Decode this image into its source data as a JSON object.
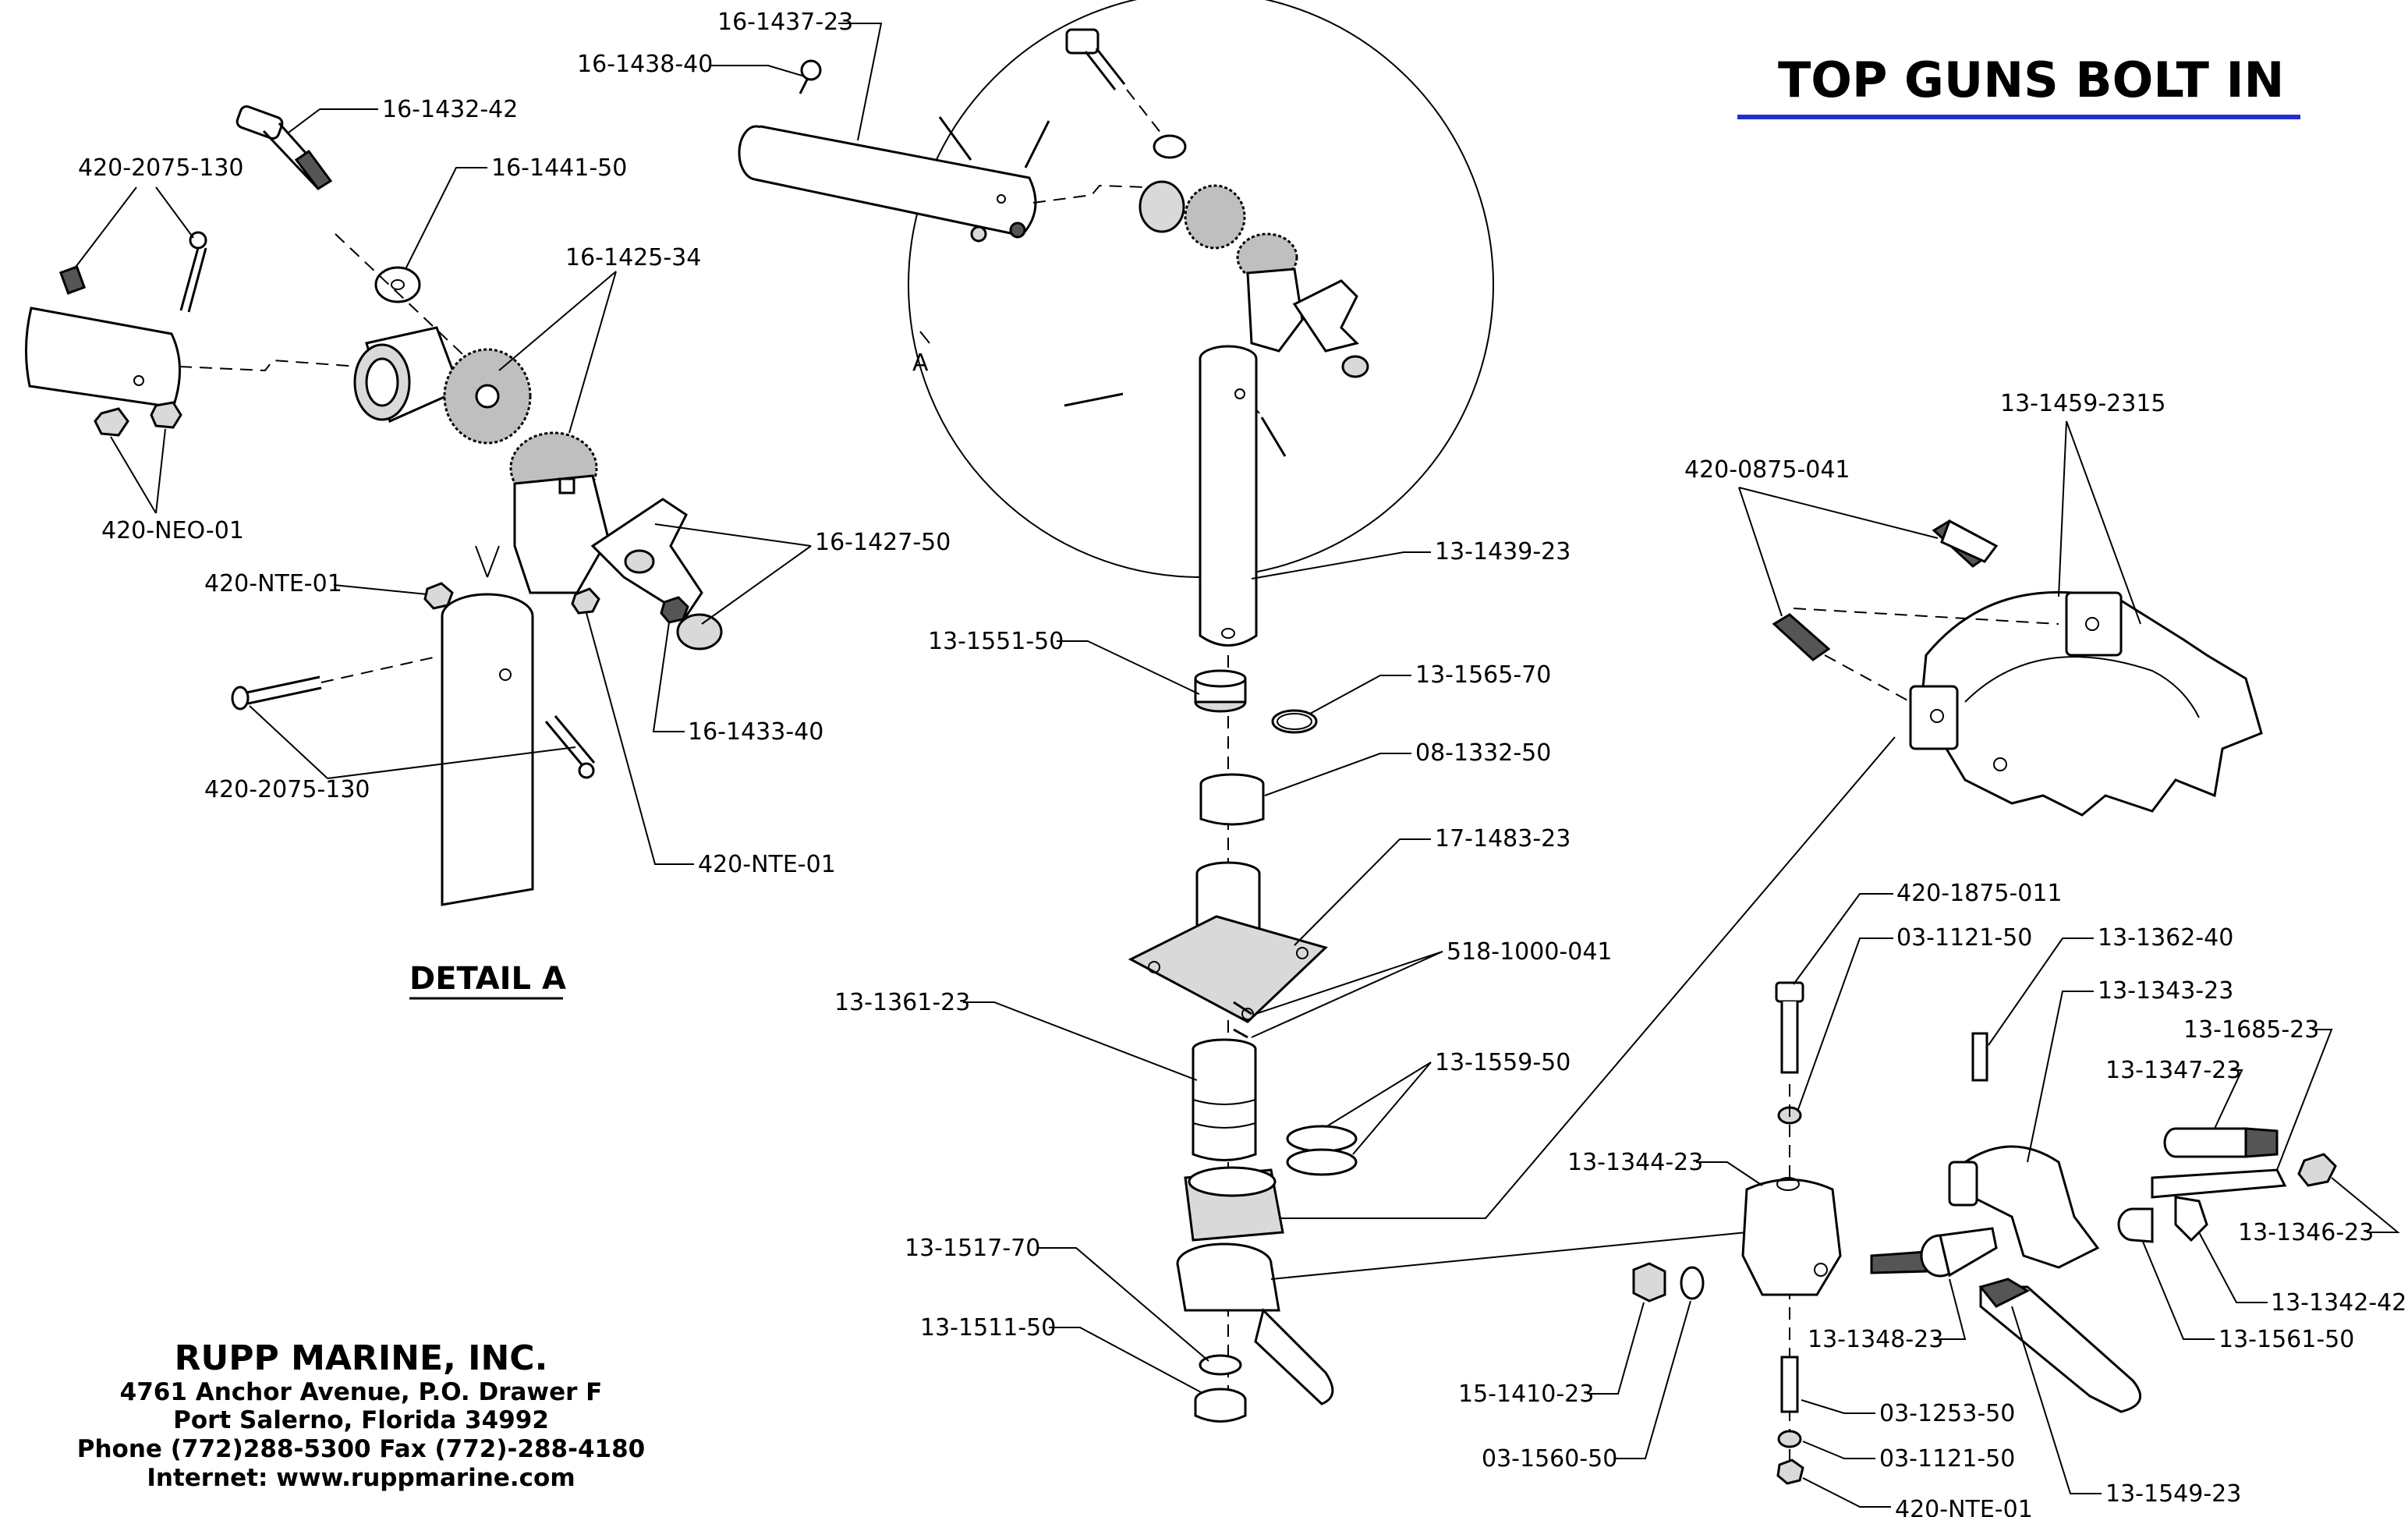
{
  "title": "TOP GUNS BOLT IN",
  "title_underline_color": "#1f2fd1",
  "detail_label": "DETAIL A",
  "view_marker": "A",
  "company": {
    "name": "RUPP MARINE, INC.",
    "address_line1": "4761 Anchor Avenue, P.O. Drawer F",
    "address_line2": "Port Salerno, Florida 34992",
    "phone": "Phone (772)288-5300 Fax (772)-288-4180",
    "internet": "Internet: www.ruppmarine.com"
  },
  "labels": {
    "p16_1437_23": "16-1437-23",
    "p16_1438_40": "16-1438-40",
    "p16_1432_42": "16-1432-42",
    "p16_1441_50": "16-1441-50",
    "p420_2075_130_top": "420-2075-130",
    "p16_1425_34": "16-1425-34",
    "p420_neo_01": "420-NEO-01",
    "p16_1427_50": "16-1427-50",
    "p420_nte_01_a": "420-NTE-01",
    "p16_1433_40": "16-1433-40",
    "p420_2075_130_bot": "420-2075-130",
    "p420_nte_01_b": "420-NTE-01",
    "p13_1439_23": "13-1439-23",
    "p13_1551_50": "13-1551-50",
    "p13_1565_70": "13-1565-70",
    "p08_1332_50": "08-1332-50",
    "p17_1483_23": "17-1483-23",
    "p518_1000_041": "518-1000-041",
    "p13_1361_23": "13-1361-23",
    "p13_1559_50": "13-1559-50",
    "p13_1517_70": "13-1517-70",
    "p13_1511_50": "13-1511-50",
    "p13_1459_2315": "13-1459-2315",
    "p420_0875_041": "420-0875-041",
    "p420_1875_011": "420-1875-011",
    "p03_1121_50_a": "03-1121-50",
    "p13_1362_40": "13-1362-40",
    "p13_1343_23": "13-1343-23",
    "p13_1685_23": "13-1685-23",
    "p13_1347_23": "13-1347-23",
    "p13_1344_23": "13-1344-23",
    "p13_1346_23": "13-1346-23",
    "p13_1342_42": "13-1342-42",
    "p13_1348_23": "13-1348-23",
    "p13_1561_50": "13-1561-50",
    "p15_1410_23": "15-1410-23",
    "p03_1253_50": "03-1253-50",
    "p03_1560_50": "03-1560-50",
    "p03_1121_50_b": "03-1121-50",
    "p420_nte_01_c": "420-NTE-01",
    "p13_1549_23": "13-1549-23"
  }
}
